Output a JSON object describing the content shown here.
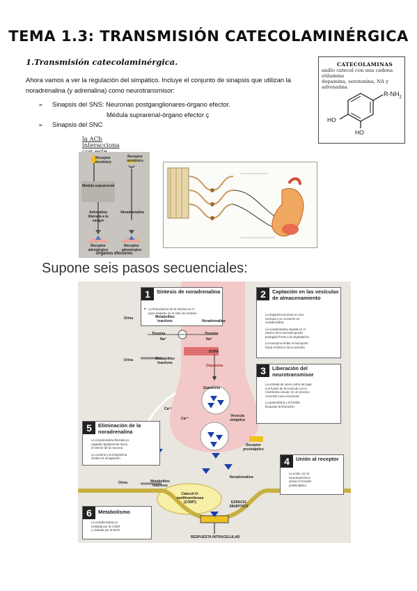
{
  "page": {
    "title": "TEMA 1.3: TRANSMISIÓN CATECOLAMINÉRGICA",
    "section_heading": "1.Transmisión catecolaminérgica.",
    "intro": "Ahora vamos a ver la regulación del simpático. Incluye el conjunto de sinapsis que utilizan la noradrenalina (y adrenalina) como neurotransmisor:",
    "bullets": [
      {
        "marker": "➢",
        "text": "Sinapsis del SNS: Neuronas postganglionares-órgano efector."
      },
      {
        "marker": "",
        "text": "Médula suprarenal-órgano efector ç"
      },
      {
        "marker": "➢",
        "text": "Sinapsis del SNC"
      }
    ],
    "steps_heading": "Supone seis pasos secuenciales:"
  },
  "catecolaminas": {
    "title": "CATECOLAMINAS",
    "desc_line1": "anillo catecol con una cadena",
    "desc_line2": "etilamina",
    "desc_line3": "dopamina, serotonina, NA y",
    "desc_line4": "adrenalina",
    "group_r": "R-NH",
    "group_sub": "2",
    "oh1": "HO",
    "oh2": "HO"
  },
  "fig1": {
    "hand_line1": "la ACh",
    "hand_line2": "interacciona",
    "hand_line3": "con este",
    "receptor_nicotinico_1": "Receptor nicotínico",
    "receptor_nicotinico_2": "Receptor nicotínico",
    "medula": "Médula suprarrenal",
    "adrenalina": "Adrenalina liberada a la sangre",
    "noradrenalina": "Noradrenalina",
    "receptor_adr_1": "Receptor adrenérgico",
    "receptor_adr_2": "Receptor adrenérgico",
    "organos": "Órganos efectores"
  },
  "big": {
    "boxes": [
      {
        "num": "1",
        "title": "Síntesis de noradrenalina",
        "lines": [
          "La hidroxilación de la tirosina es el",
          "paso limitante en el ritmo de síntesis"
        ]
      },
      {
        "num": "2",
        "title": "Captación en las vesículas de almacenamiento",
        "lines": [
          "La dopamina penetra en una",
          "vesícula y se convierte en",
          "noradrenalina",
          "La noradrenalina situada en el",
          "interior de la vesícula queda",
          "protegida frente a la degradación",
          "La reserpina inhibe el transporte",
          "hacia el interior de la vesícula"
        ]
      },
      {
        "num": "3",
        "title": "Liberación del neurotransmisor",
        "lines": [
          "La entrada de iones calcio da lugar",
          "a la fusión de la vesícula con la",
          "membrana celular, en un proceso",
          "conocido como exocitosis",
          "La guanetidina y el bretilio",
          "bloquean la liberación"
        ]
      },
      {
        "num": "4",
        "title": "Unión al receptor",
        "lines": [
          "La unión con el",
          "neurotransmisor",
          "activa el receptor",
          "postsináptico"
        ]
      },
      {
        "num": "5",
        "title": "Eliminación de la noradrenalina",
        "lines": [
          "La noradrenalina liberada es",
          "captada rápidamente hacia",
          "el interior de la neurona",
          "La cocaína y la imipramina",
          "inhiben la recaptación"
        ]
      },
      {
        "num": "6",
        "title": "Metabolismo",
        "lines": [
          "La noradrenalina es",
          "metilada por la COMT",
          "y oxidada por la MAO"
        ]
      }
    ],
    "labels": {
      "orina1": "Orina",
      "orina2": "Orina",
      "orina3": "Orina",
      "metab1": "Metabolitos inactivos",
      "metab2": "Metabolitos inactivos",
      "metab3": "Metabolitos inactivos",
      "noradrenalina_top": "Noradrenalina",
      "tirosina_l": "Tirosina",
      "na_l": "Na⁺",
      "tirosina_r": "Tirosina",
      "na_r": "Na⁺",
      "dopa": "DOPA",
      "dopamina1": "Dopamina",
      "dopamina2": "Dopamina",
      "ca": "Ca²⁺",
      "ca2": "Ca²⁺",
      "vesicula": "Vesícula sináptica",
      "receptor_pre": "Receptor presináptico",
      "noradrenalina_syn": "Noradrenalina",
      "comt": "Catecol-O-metiltransferasa (COMT)",
      "espacio": "ESPACIO SINÁPTICO",
      "respuesta": "RESPUESTA INTRACELULAR"
    }
  }
}
